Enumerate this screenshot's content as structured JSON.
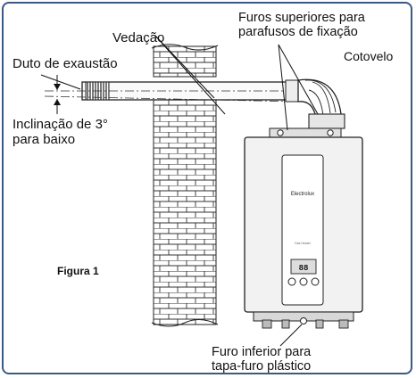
{
  "labels": {
    "vedacao": "Vedação",
    "furos_superiores_1": "Furos superiores para",
    "furos_superiores_2": "parafusos de fixação",
    "cotovelo": "Cotovelo",
    "duto": "Duto de exaustão",
    "inclinacao_1": "Inclinação de 3°",
    "inclinacao_2": "para baixo",
    "figura": "Figura 1",
    "furo_inferior_1": "Furo inferior para",
    "furo_inferior_2": "tapa-furo plástico"
  },
  "heater": {
    "brand": "Electrolux",
    "display": "88",
    "series": "Gas Heater"
  },
  "colors": {
    "border": "#3a5a85",
    "line": "#1a1a1a",
    "body": "#f2f2f2"
  }
}
